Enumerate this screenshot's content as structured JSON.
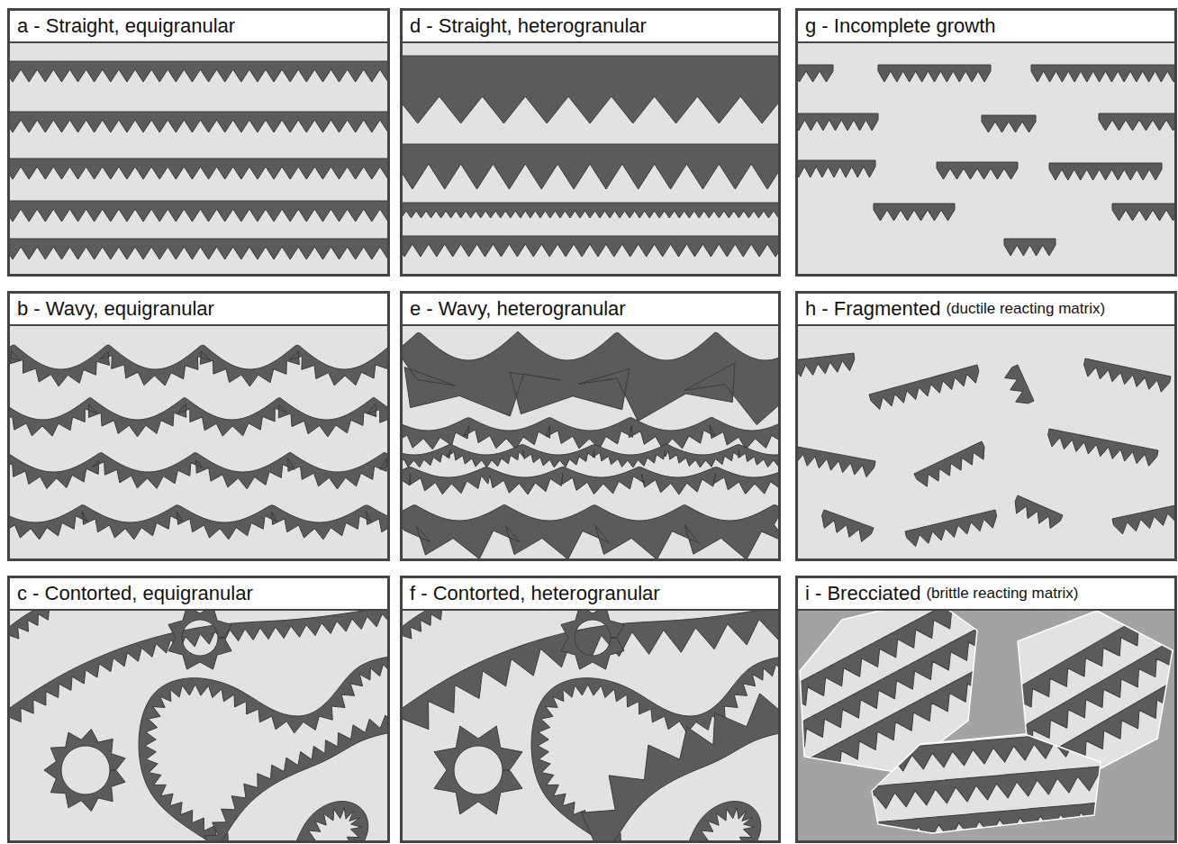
{
  "diagram": {
    "nodes": [
      {
        "text": [
          "a - Straight, equigranular"
        ]
      },
      {
        "text": [
          "d - Straight, heterogranular"
        ]
      },
      {
        "text": [
          "g - Incomplete growth"
        ]
      },
      {
        "text": [
          "b - Wavy, equigranular"
        ]
      },
      {
        "text": [
          "e - Wavy, heterogranular"
        ]
      },
      {
        "text": [
          "h - Fragmented",
          "(ductile reacting matrix)"
        ]
      },
      {
        "text": [
          "c - Contorted, equigranular"
        ]
      },
      {
        "text": [
          "f - Contorted, heterogranular"
        ]
      },
      {
        "text": [
          "i - Brecciated",
          "(brittle reacting matrix)"
        ]
      }
    ]
  }
}
